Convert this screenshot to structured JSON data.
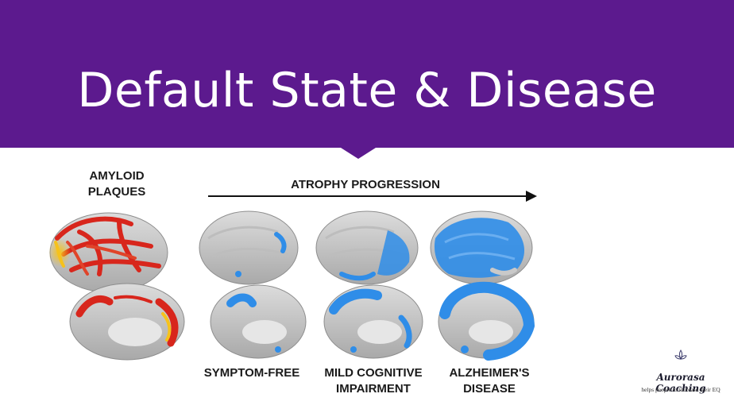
{
  "header": {
    "title": "Default State & Disease"
  },
  "figure": {
    "amyloid_label": [
      "AMYLOID",
      "PLAQUES"
    ],
    "progression_label": "ATROPHY PROGRESSION",
    "stages": [
      {
        "lines": [
          "SYMPTOM-FREE"
        ]
      },
      {
        "lines": [
          "MILD COGNITIVE",
          "IMPAIRMENT"
        ]
      },
      {
        "lines": [
          "ALZHEIMER'S",
          "DISEASE"
        ]
      }
    ],
    "colors": {
      "amyloid": "#d8261c",
      "amyloid_core": "#f6c21c",
      "atrophy": "#2f8de8",
      "cortex": "#c9c9c9"
    }
  },
  "logo": {
    "name": "Aurorasa Coaching",
    "tagline": "helps people to increase their EQ",
    "icon": "lotus-icon"
  }
}
